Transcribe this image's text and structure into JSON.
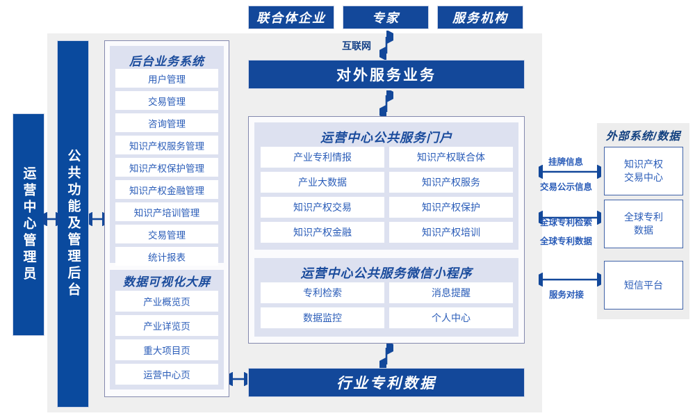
{
  "colors": {
    "dark_blue": "#13489a",
    "bright_blue": "#0a4a9e",
    "panel_lavender": "#dde1f0",
    "text_blue": "#2a5cb8",
    "outline_purple": "#8388ad",
    "backdrop_gray": "#efefef"
  },
  "top_actors": [
    {
      "label": "联合体企业"
    },
    {
      "label": "专家"
    },
    {
      "label": "服务机构"
    }
  ],
  "internet_label": "互联网",
  "external_service_bar": "对外服务业务",
  "industry_data_bar": "行业专利数据",
  "left_rails": {
    "admin": "运营中心管理员",
    "public_backend": "公共功能及管理后台"
  },
  "backend_system": {
    "title": "后台业务系统",
    "items": [
      "用户管理",
      "交易管理",
      "咨询管理",
      "知识产权服务管理",
      "知识产权保护管理",
      "知识产权金融管理",
      "知识产培训管理",
      "交易管理",
      "统计报表"
    ]
  },
  "data_visualization": {
    "title": "数据可视化大屏",
    "items": [
      "产业概览页",
      "产业详览页",
      "重大项目页",
      "运营中心页"
    ]
  },
  "portal": {
    "title": "运营中心公共服务门户",
    "items": [
      "产业专利情报",
      "知识产权联合体",
      "产业大数据",
      "知识产权服务",
      "知识产权交易",
      "知识产权保护",
      "知识产权金融",
      "知识产权培训"
    ]
  },
  "miniprogram": {
    "title": "运营中心公共服务微信小程序",
    "items": [
      "专利检索",
      "消息提醒",
      "数据监控",
      "个人中心"
    ]
  },
  "external": {
    "title": "外部系统/数据",
    "systems": [
      {
        "label": "知识产权\n交易中心"
      },
      {
        "label": "全球专利\n数据"
      },
      {
        "label": "短信平台"
      }
    ],
    "flow_labels": [
      {
        "above": "挂牌信息",
        "below": "交易公示信息"
      },
      {
        "above": "全球专利检索",
        "below": "全球专利数据"
      },
      {
        "above": "",
        "below": "服务对接"
      }
    ]
  }
}
